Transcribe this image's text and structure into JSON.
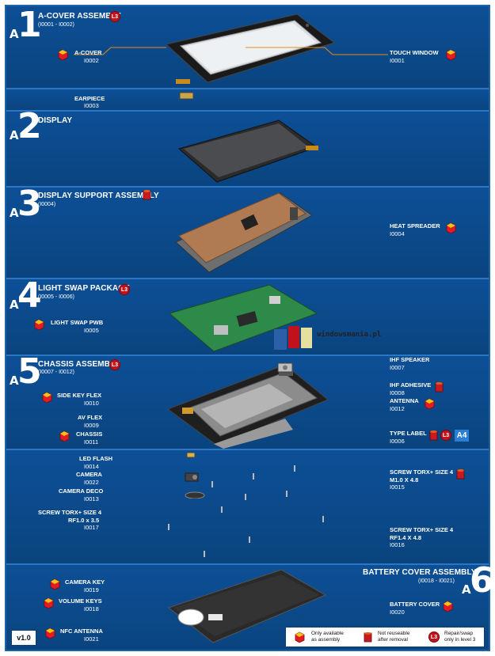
{
  "colors": {
    "band": "#0d4f96",
    "lead": "#e88a1a",
    "cube": "#e31b23",
    "badge": "#c2121c",
    "accent": "#2a7fd4"
  },
  "sections": [
    {
      "letter": "A",
      "number": "1",
      "title": "A-COVER ASSEMBLY",
      "subtitle": "(I0001 - I0002)",
      "badge": "L3"
    },
    {
      "letter": "A",
      "number": "2",
      "title": "DISPLAY",
      "subtitle": "",
      "badge": ""
    },
    {
      "letter": "A",
      "number": "3",
      "title": "DISPLAY SUPPORT ASSEMBLY",
      "subtitle": "(I0004)",
      "badge": "can"
    },
    {
      "letter": "A",
      "number": "4",
      "title": "LIGHT SWAP PACKAGE",
      "subtitle": "(I0005 - I0006)",
      "badge": "L3"
    },
    {
      "letter": "A",
      "number": "5",
      "title": "CHASSIS ASSEMBLY",
      "subtitle": "(I0007 - I0012)",
      "badge": "L3"
    },
    {
      "letter": "A",
      "number": "6",
      "title": "BATTERY COVER ASSEMBLY",
      "subtitle": "(I0018 - I0021)",
      "badge": ""
    }
  ],
  "parts": {
    "a_cover": {
      "name": "A-COVER",
      "code": "I0002"
    },
    "touch_window": {
      "name": "TOUCH WINDOW",
      "code": "I0001"
    },
    "earpiece": {
      "name": "EARPIECE",
      "code": "I0003"
    },
    "heat_spreader": {
      "name": "HEAT SPREADER",
      "code": "I0004"
    },
    "light_swap_pwb": {
      "name": "LIGHT SWAP PWB",
      "code": "I0005"
    },
    "ihf_speaker": {
      "name": "IHF SPEAKER",
      "code": "I0007"
    },
    "ihf_adhesive": {
      "name": "IHF ADHESIVE",
      "code": "I0008"
    },
    "antenna": {
      "name": "ANTENNA",
      "code": "I0012"
    },
    "side_key_flex": {
      "name": "SIDE KEY FLEX",
      "code": "I0010"
    },
    "av_flex": {
      "name": "AV FLEX",
      "code": "I0009"
    },
    "chassis": {
      "name": "CHASSIS",
      "code": "I0011"
    },
    "type_label": {
      "name": "TYPE LABEL",
      "code": "I0006",
      "tag": "A4"
    },
    "led_flash": {
      "name": "LED FLASH",
      "code": "I0014"
    },
    "camera": {
      "name": "CAMERA",
      "code": "I0022"
    },
    "camera_deco": {
      "name": "CAMERA DECO",
      "code": "I0013"
    },
    "screw_a": {
      "name": "SCREW TORX+ SIZE 4",
      "spec": "M1.0 X 4.8",
      "code": "I0015"
    },
    "screw_b": {
      "name": "SCREW TORX+ SIZE 4",
      "spec": "RF1.0 x 3.5",
      "code": "I0017"
    },
    "screw_c": {
      "name": "SCREW TORX+ SIZE 4",
      "spec": "RF1.4 X 4.8",
      "code": "I0016"
    },
    "camera_key": {
      "name": "CAMERA KEY",
      "code": "I0019"
    },
    "volume_keys": {
      "name": "VOLUME KEYS",
      "code": "I0018"
    },
    "battery_cover": {
      "name": "BATTERY COVER",
      "code": "I0020"
    },
    "nfc_antenna": {
      "name": "NFC ANTENNA",
      "code": "I0021"
    }
  },
  "watermark": "windowsmania.pl",
  "version": "v1.0",
  "legend": [
    {
      "icon": "cube-icon",
      "text_1": "Only available",
      "text_2": "as assembly"
    },
    {
      "icon": "can-icon",
      "text_1": "Not reuseable",
      "text_2": "after removal"
    },
    {
      "icon": "l3-badge",
      "badge": "L3",
      "text_1": "Repair/swap",
      "text_2": "only in level 3"
    }
  ]
}
